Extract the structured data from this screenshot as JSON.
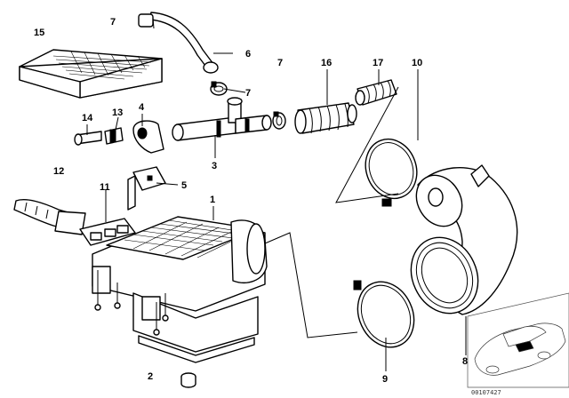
{
  "diagram": {
    "callouts": [
      "1",
      "2",
      "3",
      "4",
      "5",
      "6",
      "7",
      "7",
      "7",
      "8",
      "9",
      "10",
      "11",
      "12",
      "13",
      "14",
      "15",
      "16",
      "17"
    ],
    "image_code": "00107427"
  }
}
